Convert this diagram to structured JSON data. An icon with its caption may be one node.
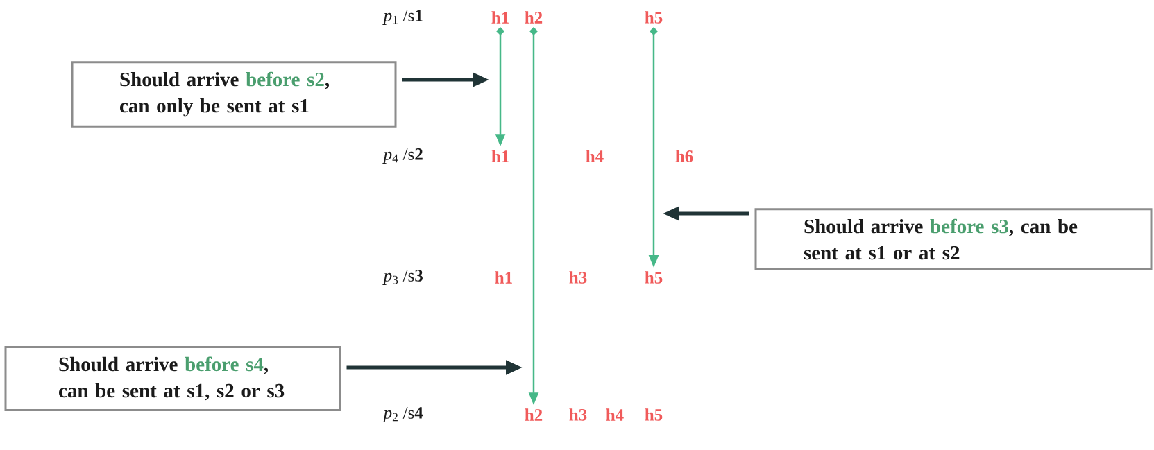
{
  "diagram": {
    "nodes": [
      {
        "text": [
          "Should arrive",
          "before s2",
          ", can only be sent at s1"
        ]
      },
      {
        "text": [
          "Should arrive",
          "before s3",
          ", can be sent at s1 or at s2"
        ]
      },
      {
        "text": [
          "Should arrive",
          "before s4",
          ", can be sent at s1, s2 or s3"
        ]
      },
      {
        "text": [
          "h1"
        ]
      },
      {
        "text": [
          "h2"
        ]
      },
      {
        "text": [
          "h5"
        ]
      },
      {
        "text": [
          "h1"
        ]
      },
      {
        "text": [
          "h5"
        ]
      },
      {
        "text": [
          "h2"
        ]
      }
    ],
    "edges": [
      {
        "from": 3,
        "to": 6,
        "arrow": "to",
        "color": "#4a9e6e"
      },
      {
        "from": 4,
        "to": 8,
        "arrow": "to",
        "color": "#4a9e6e"
      },
      {
        "from": 5,
        "to": 7,
        "arrow": "to",
        "color": "#4a9e6e"
      },
      {
        "from": 0,
        "to": null,
        "arrow": "to",
        "style": "thick",
        "color": "#22282a"
      },
      {
        "from": 1,
        "to": null,
        "arrow": "to",
        "style": "thick",
        "color": "#22282a"
      },
      {
        "from": 2,
        "to": null,
        "arrow": "to",
        "style": "thick",
        "color": "#22282a"
      }
    ],
    "labels": [
      "*p*$_{1}$ /s**1**",
      "*p*$_{4}$ /s**2**",
      "h4",
      "h6",
      "*p*$_{3}$ /s**3**",
      "h1",
      "h3",
      "*p*$_{2}$ /s**4**",
      "h3",
      "h4",
      "h5"
    ]
  }
}
